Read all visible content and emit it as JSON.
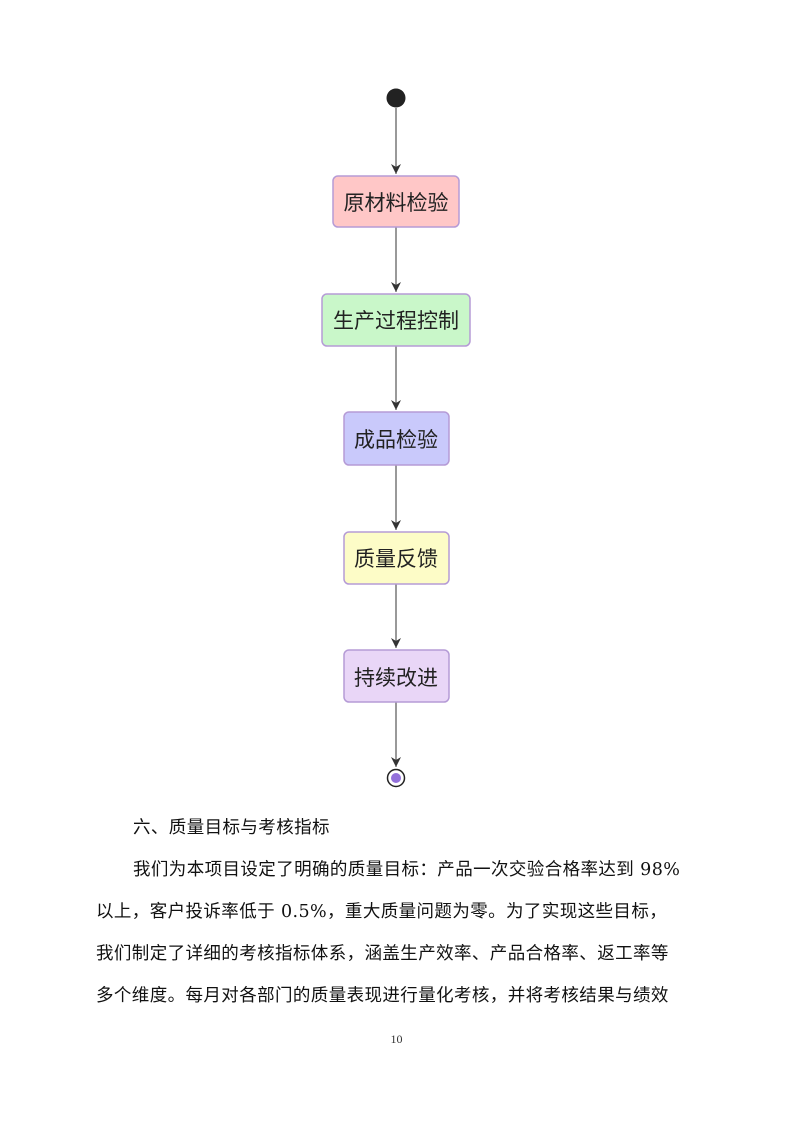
{
  "diagram": {
    "nodes": [
      {
        "id": "node-raw-inspection",
        "label": "原材料检验",
        "fill": "#ffc7c7",
        "border": "#b59bd6"
      },
      {
        "id": "node-process-control",
        "label": "生产过程控制",
        "fill": "#c9f7c9",
        "border": "#b59bd6"
      },
      {
        "id": "node-product-inspection",
        "label": "成品检验",
        "fill": "#c9c9fb",
        "border": "#b59bd6"
      },
      {
        "id": "node-quality-feedback",
        "label": "质量反馈",
        "fill": "#fdfcc7",
        "border": "#b59bd6"
      },
      {
        "id": "node-continuous-improvement",
        "label": "持续改进",
        "fill": "#e9d6f7",
        "border": "#b59bd6"
      }
    ],
    "start_color": "#222222",
    "end_color": "#9370db",
    "edge_color": "#333333"
  },
  "section": {
    "heading": "六、质量目标与考核指标",
    "lines": [
      "我们为本项目设定了明确的质量目标：产品一次交验合格率达到 98%",
      "以上，客户投诉率低于 0.5%，重大质量问题为零。为了实现这些目标，",
      "我们制定了详细的考核指标体系，涵盖生产效率、产品合格率、返工率等",
      "多个维度。每月对各部门的质量表现进行量化考核，并将考核结果与绩效"
    ]
  },
  "footer": {
    "page_number": "10"
  }
}
